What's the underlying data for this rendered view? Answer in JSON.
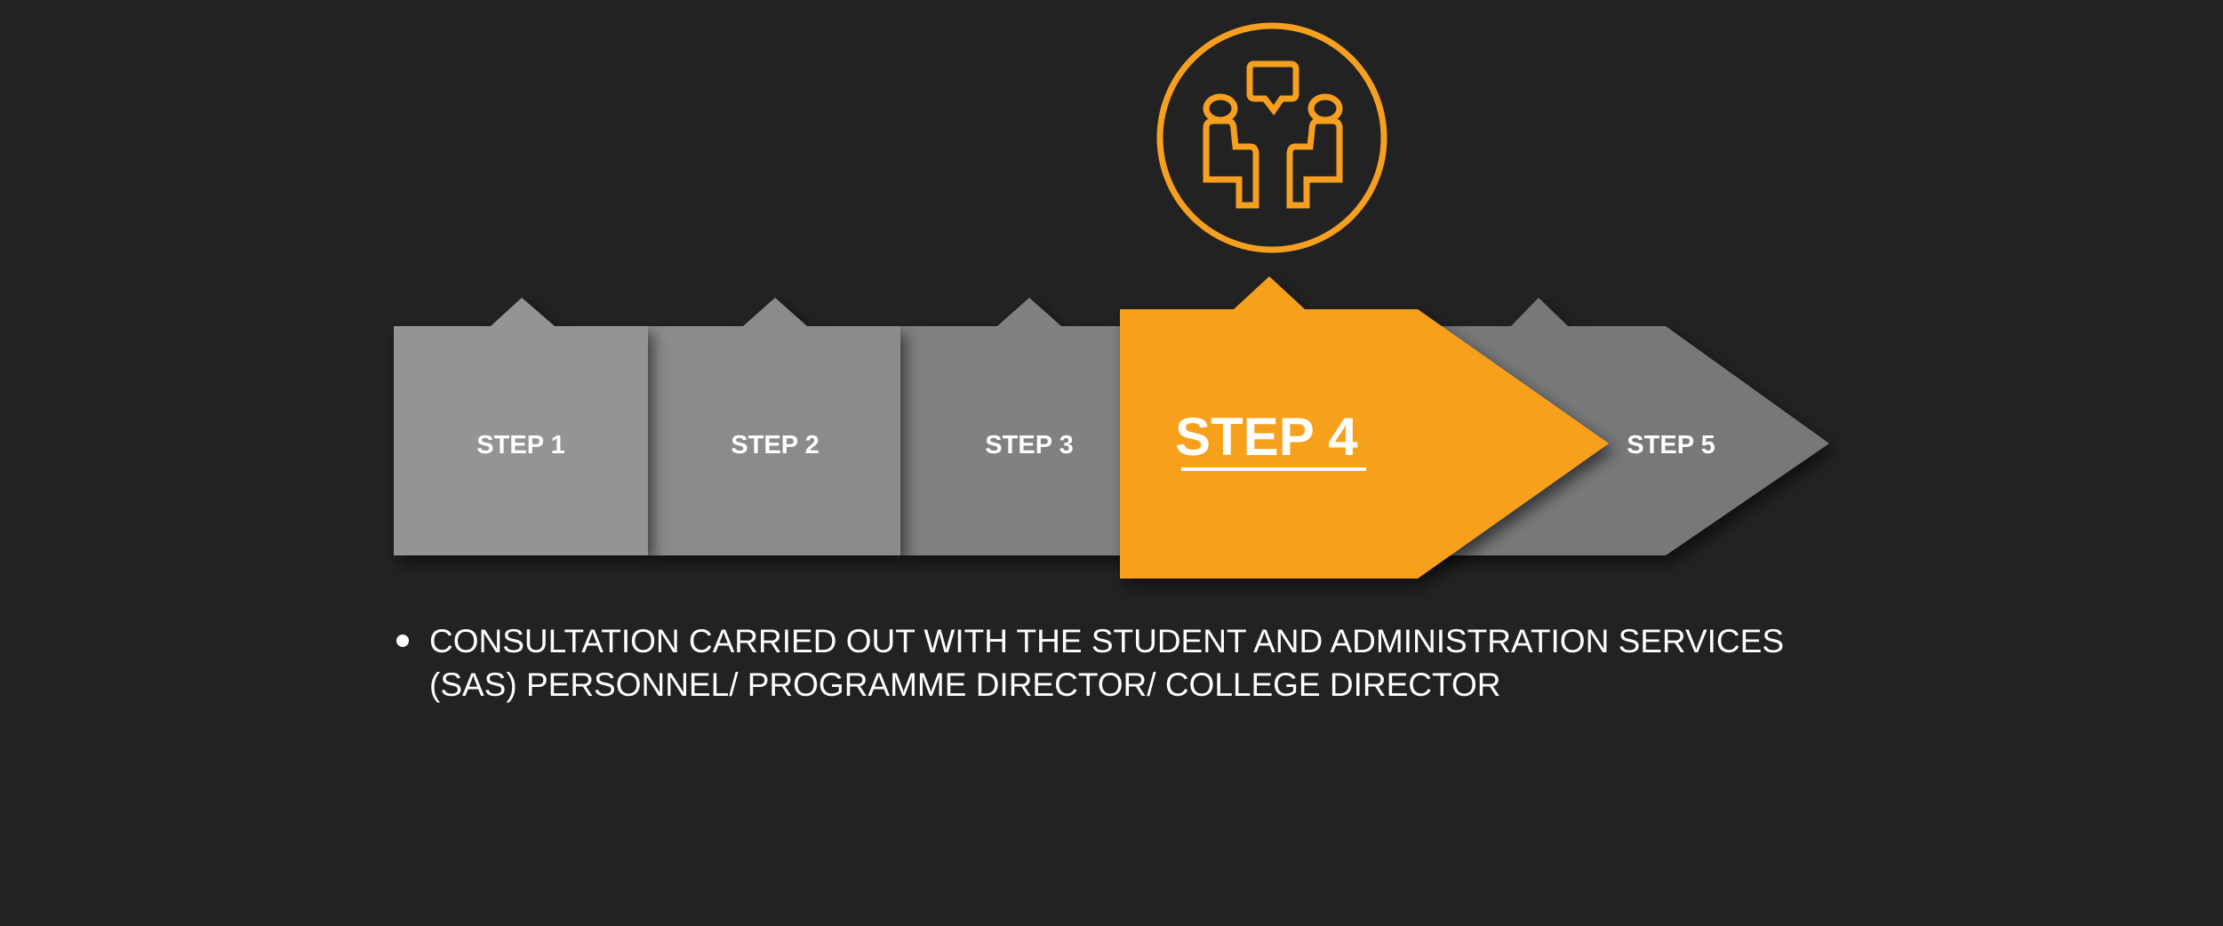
{
  "steps": [
    {
      "label": "STEP 1",
      "color": "#939496"
    },
    {
      "label": "STEP 2",
      "color": "#8a8b8d"
    },
    {
      "label": "STEP 3",
      "color": "#808183"
    },
    {
      "label": "STEP 4",
      "color": "#f7a01f",
      "active": true
    },
    {
      "label": "STEP 5",
      "color": "#77787a"
    }
  ],
  "active_icon": "consultation-people-icon",
  "description": {
    "line1": "CONSULTATION CARRIED OUT WITH THE STUDENT AND ADMINISTRATION SERVICES",
    "line2": "(SAS) PERSONNEL/ PROGRAMME DIRECTOR/ COLLEGE DIRECTOR"
  },
  "accent_color": "#f7a01f",
  "background_color": "#222222"
}
